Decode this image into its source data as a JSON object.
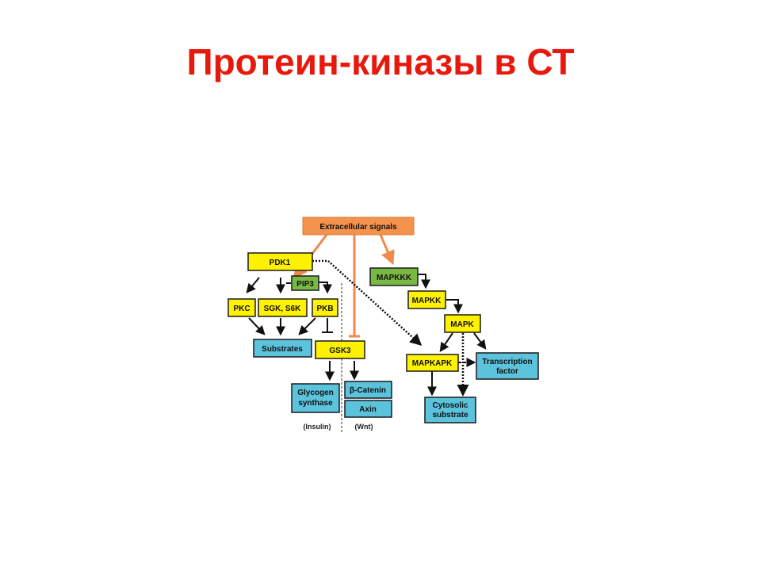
{
  "slide": {
    "title": "Протеин-киназы в СТ"
  },
  "diagram": {
    "colors": {
      "orange": "#f4934d",
      "yellow": "#fff200",
      "green": "#78b843",
      "blue": "#5bc3dc",
      "border": "#1a1a1a",
      "arrow": "#111111",
      "orange_arrow": "#ef8a4f"
    },
    "nodes": {
      "extracellular": "Extracellular signals",
      "pdk1": "PDK1",
      "pip3": "PIP3",
      "pkc": "PKC",
      "sgk": "SGK, S6K",
      "pkb": "PKB",
      "substrates": "Substrates",
      "gsk3": "GSK3",
      "glycogen_line1": "Glycogen",
      "glycogen_line2": "synthase",
      "beta_catenin": "β-Catenin",
      "axin": "Axin",
      "mapkkk": "MAPKKK",
      "mapkk": "MAPKK",
      "mapk": "MAPK",
      "mapkapk": "MAPKAPK",
      "transcription_line1": "Transcription",
      "transcription_line2": "factor",
      "cytosolic_line1": "Cytosolic",
      "cytosolic_line2": "substrate"
    },
    "labels": {
      "insulin": "(Insulin)",
      "wnt": "(Wnt)"
    }
  }
}
